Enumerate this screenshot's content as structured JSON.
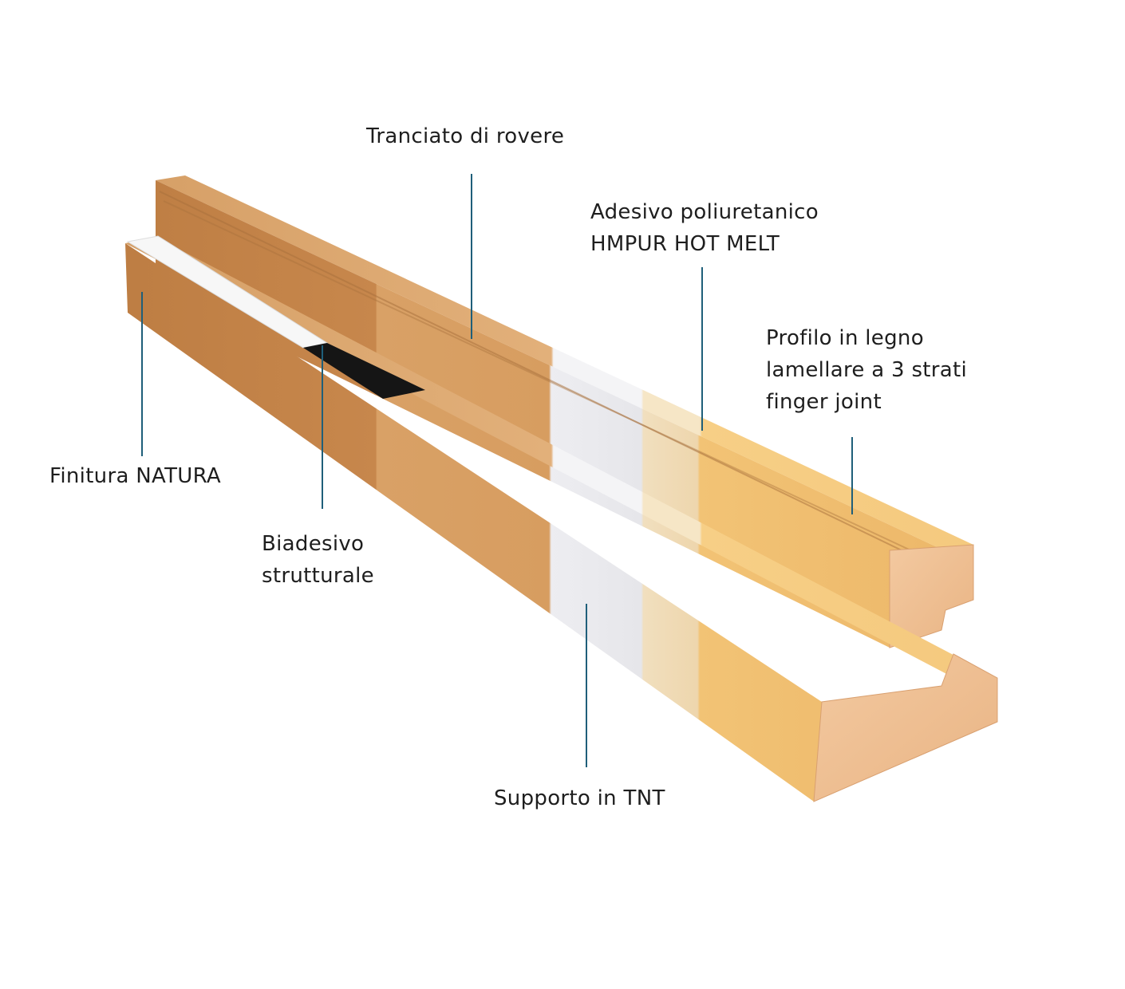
{
  "labels": {
    "tranciato": "Tranciato di rovere",
    "adesivo_line1": "Adesivo poliuretanico",
    "adesivo_line2": "HMPUR HOT MELT",
    "profilo_line1": "Profilo in legno",
    "profilo_line2": "lamellare a 3 strati",
    "profilo_line3": "finger joint",
    "finitura": "Finitura NATURA",
    "biadesivo_line1": "Biadesivo",
    "biadesivo_line2": "strutturale",
    "supporto": "Supporto in TNT"
  },
  "colors": {
    "leader_line": "#1f5f7a",
    "oak": "#c98c52",
    "pine": "#f0bf6e",
    "tnt": "#ececf0",
    "adhesive": "#151515"
  }
}
